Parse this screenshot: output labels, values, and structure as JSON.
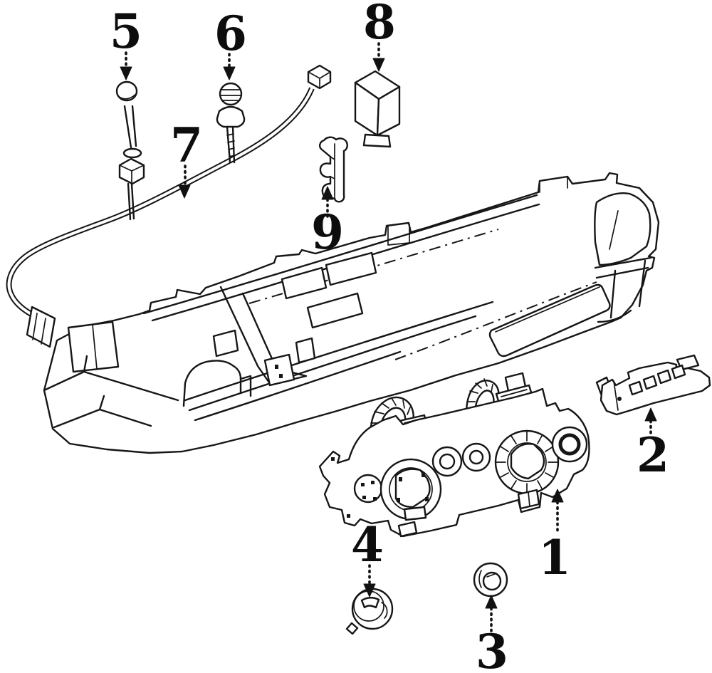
{
  "diagram": {
    "kind": "exploded-parts-line-diagram",
    "background_color": "#ffffff",
    "line_color": "#161616",
    "callouts": [
      {
        "label": "1"
      },
      {
        "label": "2"
      },
      {
        "label": "3"
      },
      {
        "label": "4"
      },
      {
        "label": "5"
      },
      {
        "label": "6"
      },
      {
        "label": "7"
      },
      {
        "label": "8"
      },
      {
        "label": "9"
      }
    ]
  }
}
